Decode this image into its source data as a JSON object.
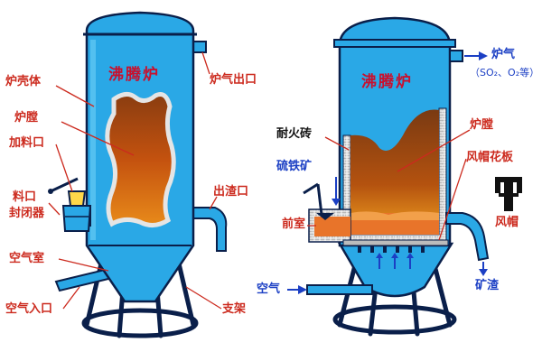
{
  "left": {
    "title": "沸腾炉",
    "labels": {
      "shell": "炉壳体",
      "chamber": "炉膛",
      "feed_port": "加料口",
      "port_closer_1": "料口",
      "port_closer_2": "封闭器",
      "air_chamber": "空气室",
      "air_inlet": "空气入口",
      "gas_outlet": "炉气出口",
      "slag_outlet": "出渣口",
      "support": "支架"
    }
  },
  "right": {
    "title": "沸腾炉",
    "labels": {
      "furnace_gas": "炉气",
      "gas_composition": "（SO₂、O₂等）",
      "refractory_brick": "耐火砖",
      "chamber": "炉膛",
      "pyrite": "硫铁矿",
      "front_room": "前室",
      "nozzle_plate": "风帽花板",
      "nozzle": "风帽",
      "air": "空气",
      "slag": "矿渣"
    }
  },
  "colors": {
    "vessel": "#2aa8e6",
    "outline": "#0a1f4a",
    "fire": "#c9540e",
    "label_red": "#cc2a1e",
    "label_blue": "#1b3fc4"
  }
}
